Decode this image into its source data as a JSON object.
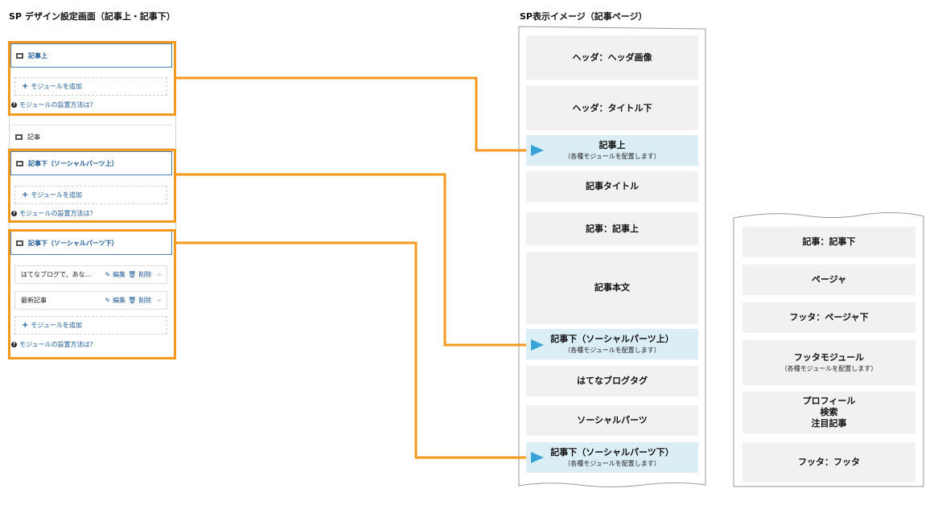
{
  "headings": {
    "left": "SP デザイン設定画面（記事上・記事下）",
    "right": "SP表示イメージ（記事ページ）"
  },
  "settings": {
    "top_section": "記事上",
    "article_section": "記事",
    "lower_upper_section": "記事下（ソーシャルパーツ上）",
    "lower_lower_section": "記事下（ソーシャルパーツ下）",
    "add_module": "モジュールを追加",
    "help_link": "モジュールの設置方法は？",
    "modules": [
      {
        "name": "はてなブログで、あな…",
        "edit": "編集",
        "delete": "削除"
      },
      {
        "name": "最新記事",
        "edit": "編集",
        "delete": "削除"
      }
    ]
  },
  "sp_page1": [
    {
      "label": "ヘッダ：ヘッダ画像",
      "sub": ""
    },
    {
      "label": "ヘッダ：タイトル下",
      "sub": ""
    },
    {
      "label": "記事上",
      "sub": "（各種モジュールを配置します）"
    },
    {
      "label": "記事タイトル",
      "sub": ""
    },
    {
      "label": "記事：記事上",
      "sub": ""
    },
    {
      "label": "記事本文",
      "sub": ""
    },
    {
      "label": "記事下（ソーシャルパーツ上）",
      "sub": "（各種モジュールを配置します）"
    },
    {
      "label": "はてなブログタグ",
      "sub": ""
    },
    {
      "label": "ソーシャルパーツ",
      "sub": ""
    },
    {
      "label": "記事下（ソーシャルパーツ下）",
      "sub": "（各種モジュールを配置します）"
    }
  ],
  "sp_page2": [
    {
      "label": "記事：記事下",
      "sub": ""
    },
    {
      "label": "ページャ",
      "sub": ""
    },
    {
      "label": "フッタ：ページャ下",
      "sub": ""
    },
    {
      "label": "フッタモジュール",
      "sub": "（各種モジュールを配置します）"
    },
    {
      "label": "プロフィール",
      "sub": ""
    },
    {
      "label": "検索",
      "sub": ""
    },
    {
      "label": "注目記事",
      "sub": ""
    },
    {
      "label": "フッタ：フッタ",
      "sub": ""
    }
  ],
  "colors": {
    "accent_orange": "#f39a1e",
    "highlight_blue": "#dbeef6",
    "arrow_blue": "#3aa3d6",
    "link_blue": "#1f5a94"
  }
}
